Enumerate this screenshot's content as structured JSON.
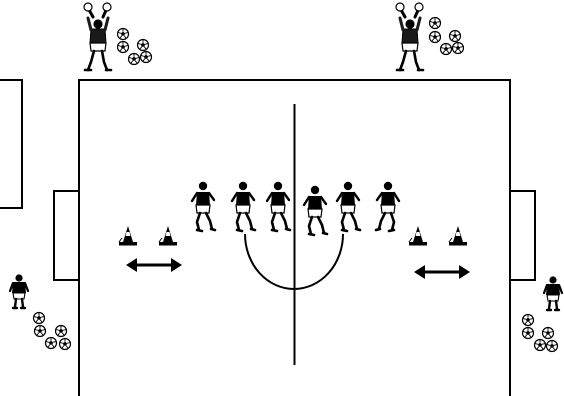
{
  "figure": {
    "background": "#ffffff",
    "ink": "#000000",
    "dark_kit": "#1a1a1a",
    "light_kit": "#ffffff",
    "icons": {
      "goalkeeper": "goalkeeper-icon",
      "player_dark": "dark-shirt-player-icon",
      "player_light": "light-shirt-player-icon",
      "cone": "training-cone-icon",
      "ball": "soccer-ball-icon",
      "arrow": "double-headed-arrow-icon"
    },
    "counts": {
      "field_players_dark": 3,
      "field_players_light": 3,
      "cones": 4,
      "goalkeepers": 4
    }
  }
}
